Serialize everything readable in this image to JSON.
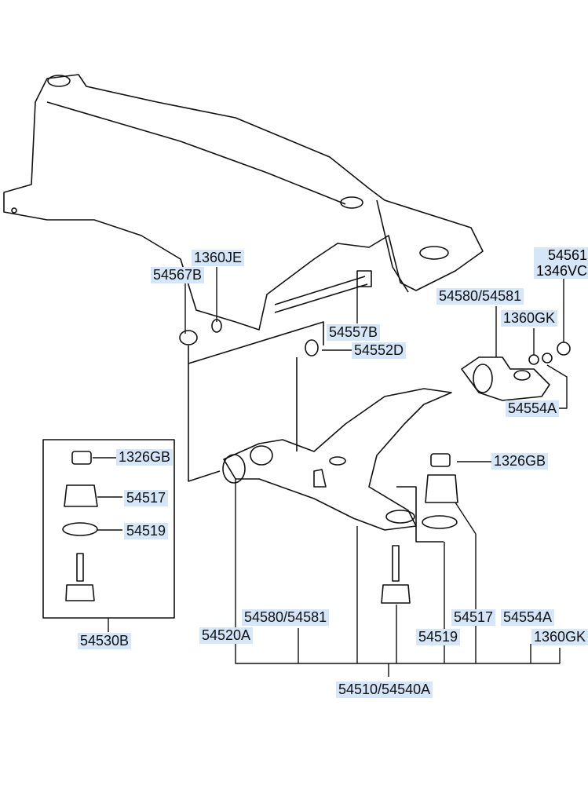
{
  "labels": {
    "p1360JE": "1360JE",
    "p54567B": "54567B",
    "p54557B": "54557B",
    "p54552D": "54552D",
    "p54561": "54561",
    "p1346VC": "1346VC",
    "p54580_54581_top": "54580/54581",
    "p1360GK_top": "1360GK",
    "p54554A_top": "54554A",
    "p1326GB_left": "1326GB",
    "p54517_left": "54517",
    "p54519_left": "54519",
    "p54530B": "54530B",
    "p1326GB_right": "1326GB",
    "p54520A": "54520A",
    "p54580_54581_bottom": "54580/54581",
    "p54517_bottom": "54517",
    "p54554A_bottom": "54554A",
    "p54519_bottom": "54519",
    "p1360GK_bottom": "1360GK",
    "p54510_54540A": "54510/54540A"
  },
  "colors": {
    "highlight": "#d4e6f7",
    "line": "#111111"
  }
}
